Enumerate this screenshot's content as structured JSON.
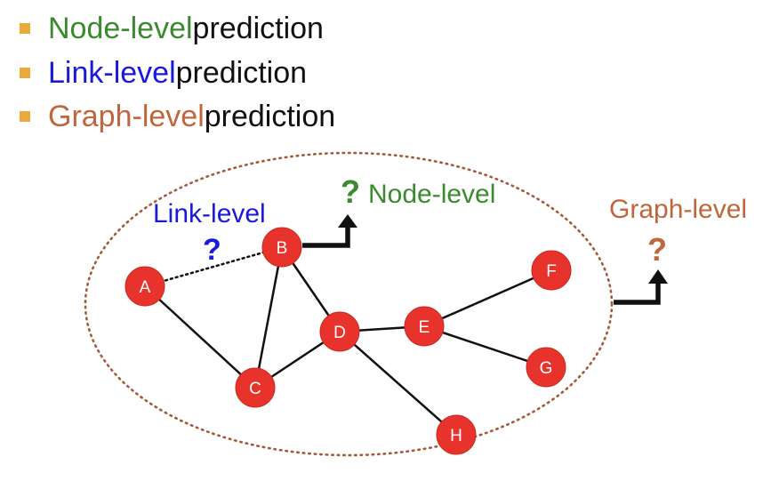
{
  "bullets": [
    {
      "keyword": "Node-level",
      "rest": " prediction",
      "color": "#3a8a2e"
    },
    {
      "keyword": "Link-level",
      "rest": " prediction",
      "color": "#1a1adb"
    },
    {
      "keyword": "Graph-level",
      "rest": " prediction",
      "color": "#c0663c"
    }
  ],
  "bullet_marker_color": "#e9a93b",
  "graph": {
    "node_color": "#e8332c",
    "edge_color": "#111111",
    "nodes": [
      "A",
      "B",
      "C",
      "D",
      "E",
      "F",
      "G",
      "H"
    ],
    "edges": [
      [
        "A",
        "C"
      ],
      [
        "B",
        "C"
      ],
      [
        "B",
        "D"
      ],
      [
        "C",
        "D"
      ],
      [
        "D",
        "E"
      ],
      [
        "D",
        "H"
      ],
      [
        "E",
        "F"
      ],
      [
        "E",
        "G"
      ]
    ],
    "missing_link": [
      "A",
      "B"
    ]
  },
  "annotations": {
    "link_level": {
      "label": "Link-level",
      "mark": "?",
      "color": "#1a1adb"
    },
    "node_level": {
      "label": "Node-level",
      "mark": "?",
      "color": "#3a8a2e"
    },
    "graph_level": {
      "label": "Graph-level",
      "mark": "?",
      "color": "#c0663c"
    }
  },
  "ellipse_color": "#a45a3a"
}
